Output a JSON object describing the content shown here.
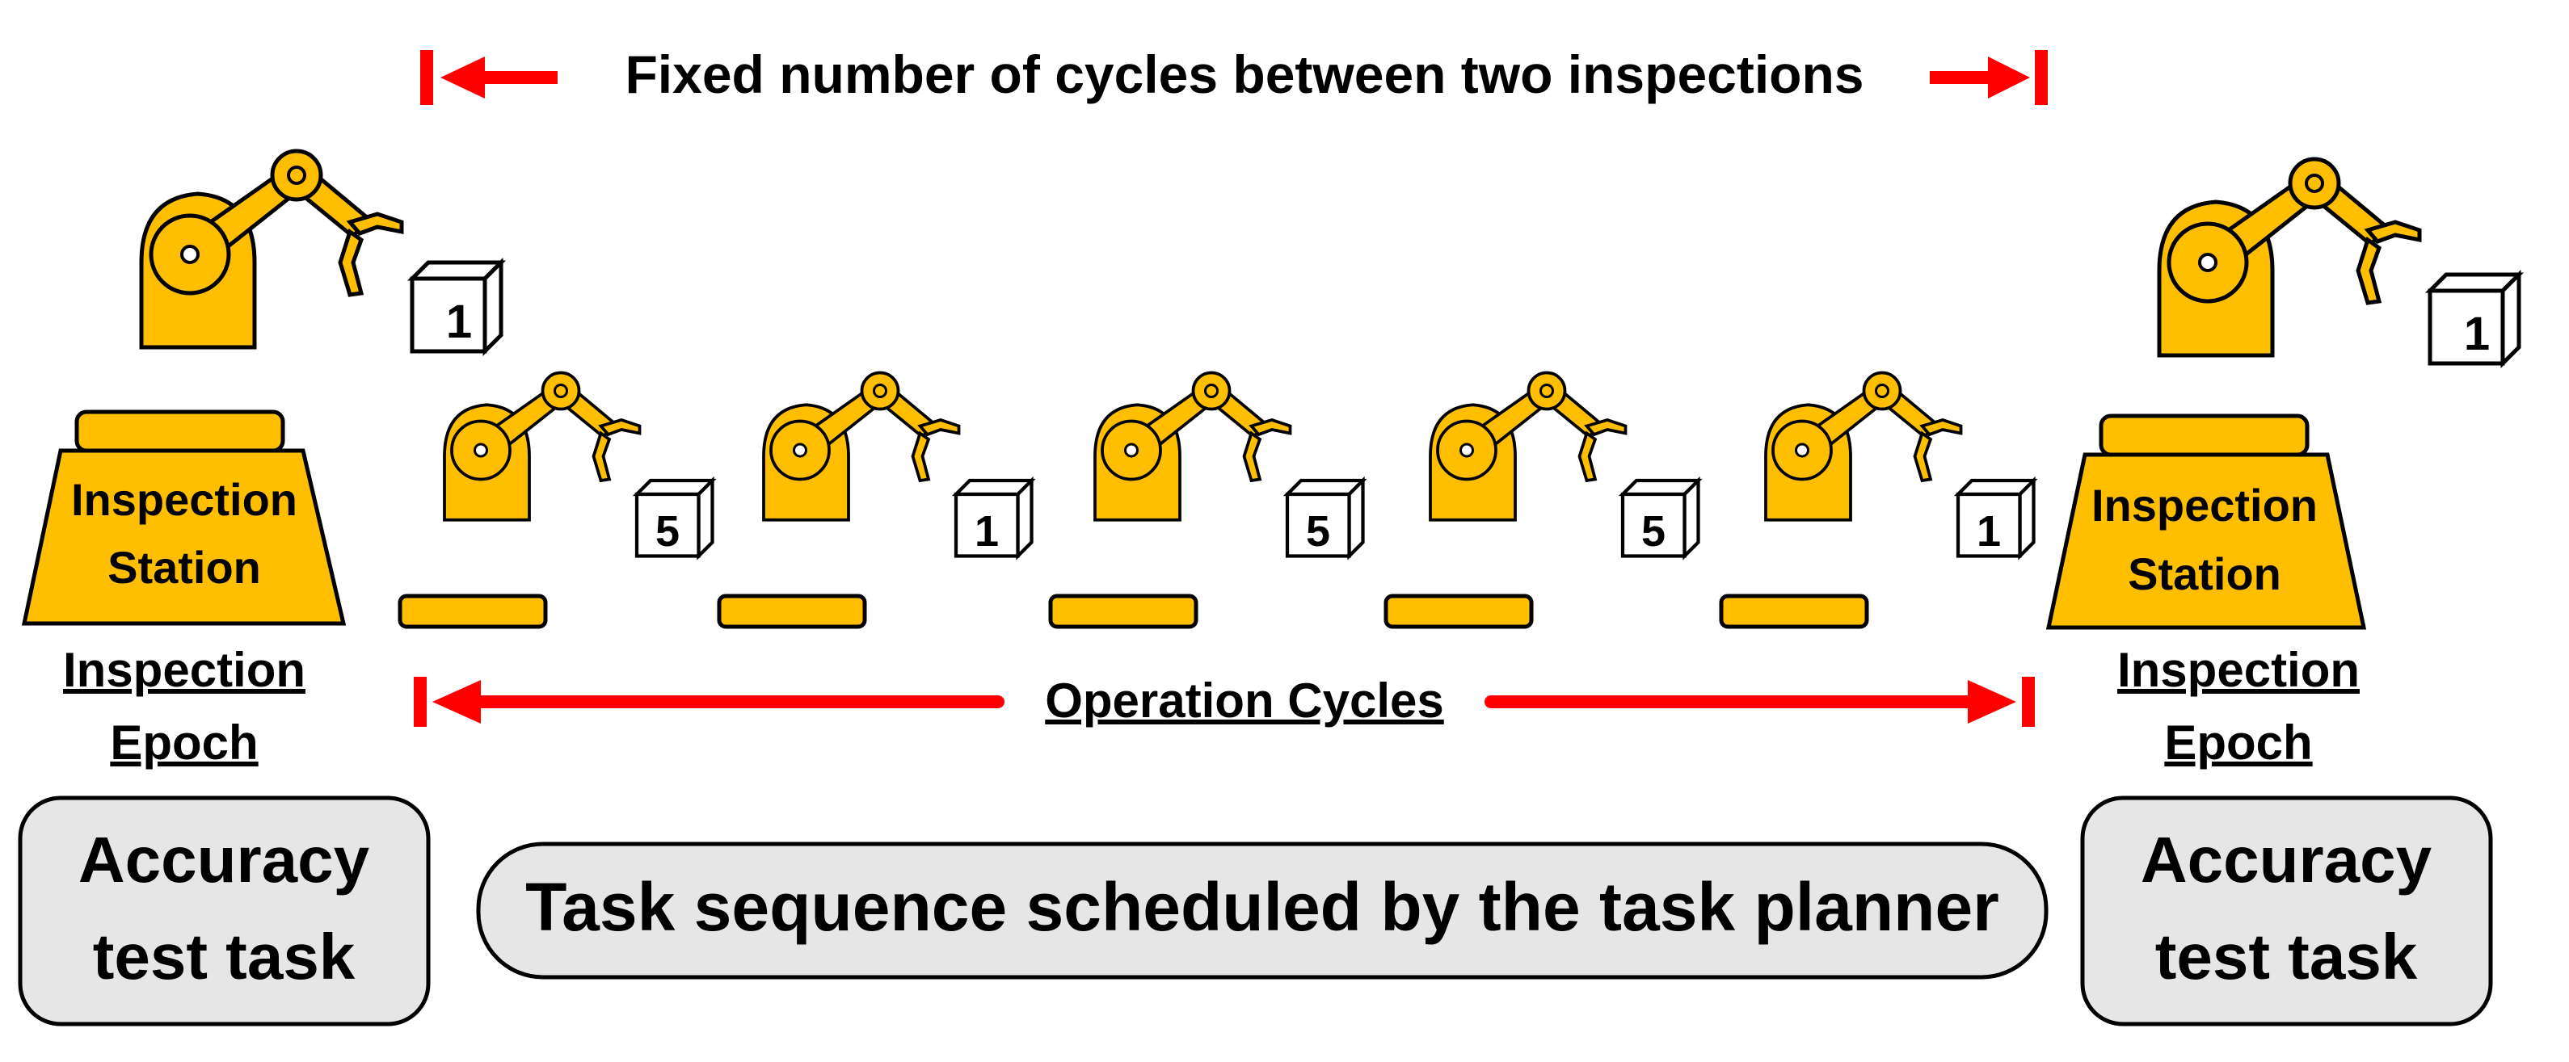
{
  "colors": {
    "robot": "#FFBF00",
    "outline": "#000000",
    "arrow": "#FF0000",
    "taskBox": "#E6E6E6"
  },
  "top_arrow_label": "Fixed number of cycles between two inspections",
  "operation_label": "Operation Cycles",
  "task_sequence_label": "Task sequence scheduled by the task planner",
  "left_station": {
    "station_line1": "Inspection",
    "station_line2": "Station",
    "epoch_line1": "Inspection",
    "epoch_line2": "Epoch",
    "task_line1": "Accuracy",
    "task_line2": "test task",
    "box_number": "1"
  },
  "right_station": {
    "station_line1": "Inspection",
    "station_line2": "Station",
    "epoch_line1": "Inspection",
    "epoch_line2": "Epoch",
    "task_line1": "Accuracy",
    "task_line2": "test task",
    "box_number": "1"
  },
  "operation_robots": [
    {
      "box_number": "5"
    },
    {
      "box_number": "1"
    },
    {
      "box_number": "5"
    },
    {
      "box_number": "5"
    },
    {
      "box_number": "1"
    }
  ]
}
